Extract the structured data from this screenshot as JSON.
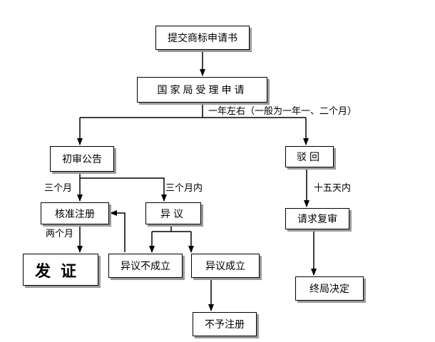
{
  "flowchart": {
    "nodes": {
      "submit": "提交商标申请书",
      "accept": "国家局受理申请",
      "prelim_review": "初审公告",
      "reject": "驳回",
      "approve_registration": "核准注册",
      "objection": "异议",
      "certificate": "发证",
      "objection_invalid": "异议不成立",
      "objection_valid": "异议成立",
      "review_request": "请求复审",
      "final_decision": "终局决定",
      "no_registration": "不予注册"
    },
    "edge_labels": {
      "about_one_year": "一年左右（一般为一年一、二个月）",
      "three_months": "三个月",
      "within_three_months": "三个月内",
      "fifteen_days": "十五天内",
      "two_months": "两个月"
    }
  }
}
